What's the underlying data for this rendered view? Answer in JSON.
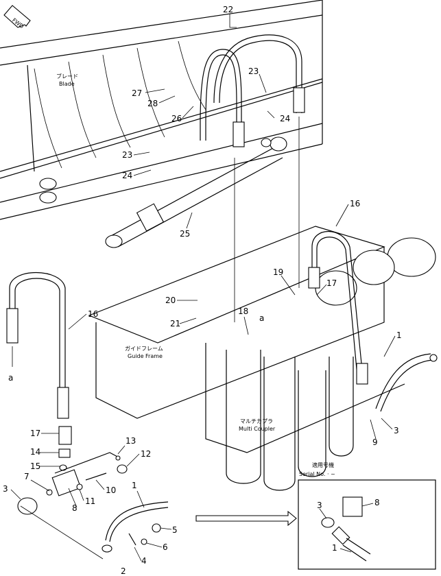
{
  "fwd_label": "FWD",
  "callouts": [
    {
      "id": "22",
      "label": "22"
    },
    {
      "id": "23a",
      "label": "23"
    },
    {
      "id": "27",
      "label": "27"
    },
    {
      "id": "28",
      "label": "28"
    },
    {
      "id": "26",
      "label": "26"
    },
    {
      "id": "24a",
      "label": "24"
    },
    {
      "id": "23b",
      "label": "23"
    },
    {
      "id": "24b",
      "label": "24"
    },
    {
      "id": "25",
      "label": "25"
    },
    {
      "id": "16a",
      "label": "16"
    },
    {
      "id": "19",
      "label": "19"
    },
    {
      "id": "17a",
      "label": "17"
    },
    {
      "id": "20",
      "label": "20"
    },
    {
      "id": "21",
      "label": "21"
    },
    {
      "id": "18",
      "label": "18"
    },
    {
      "id": "a1",
      "label": "a"
    },
    {
      "id": "16b",
      "label": "16"
    },
    {
      "id": "a2",
      "label": "a"
    },
    {
      "id": "1a",
      "label": "1"
    },
    {
      "id": "3a",
      "label": "3"
    },
    {
      "id": "9",
      "label": "9"
    },
    {
      "id": "17b",
      "label": "17"
    },
    {
      "id": "14",
      "label": "14"
    },
    {
      "id": "15",
      "label": "15"
    },
    {
      "id": "13",
      "label": "13"
    },
    {
      "id": "12",
      "label": "12"
    },
    {
      "id": "7",
      "label": "7"
    },
    {
      "id": "10",
      "label": "10"
    },
    {
      "id": "11",
      "label": "11"
    },
    {
      "id": "8a",
      "label": "8"
    },
    {
      "id": "3b",
      "label": "3"
    },
    {
      "id": "1b",
      "label": "1"
    },
    {
      "id": "5",
      "label": "5"
    },
    {
      "id": "6",
      "label": "6"
    },
    {
      "id": "4",
      "label": "4"
    },
    {
      "id": "2",
      "label": "2"
    },
    {
      "id": "3c",
      "label": "3"
    },
    {
      "id": "8b",
      "label": "8"
    },
    {
      "id": "1c",
      "label": "1"
    }
  ],
  "labels": {
    "blade_jp": "ブレード",
    "blade_en": "Blade",
    "guide_frame_jp": "ガイドフレーム",
    "guide_frame_en": "Guide Frame",
    "multi_coupler_jp": "マルチカプラ",
    "multi_coupler_en": "Multi Coupler",
    "serial_jp": "適用号機",
    "serial_en": "Serial No. · ~"
  }
}
